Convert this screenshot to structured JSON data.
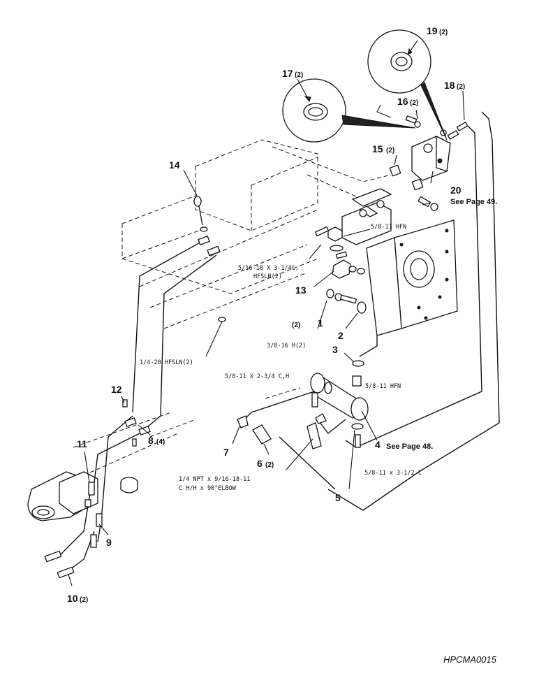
{
  "callouts": [
    {
      "id": "c1",
      "num": "1",
      "qty": ""
    },
    {
      "id": "c1q",
      "num": "",
      "qty": "(2)"
    },
    {
      "id": "c2",
      "num": "2",
      "qty": ""
    },
    {
      "id": "c3",
      "num": "3",
      "qty": ""
    },
    {
      "id": "c4",
      "num": "4",
      "qty": ""
    },
    {
      "id": "c5",
      "num": "5",
      "qty": ""
    },
    {
      "id": "c6",
      "num": "6",
      "qty": "(2)"
    },
    {
      "id": "c7",
      "num": "7",
      "qty": ""
    },
    {
      "id": "c8",
      "num": "8",
      "qty": "(4)"
    },
    {
      "id": "c9",
      "num": "9",
      "qty": ""
    },
    {
      "id": "c10",
      "num": "10",
      "qty": "(2)"
    },
    {
      "id": "c11",
      "num": "11",
      "qty": ""
    },
    {
      "id": "c12",
      "num": "12",
      "qty": ""
    },
    {
      "id": "c13",
      "num": "13",
      "qty": ""
    },
    {
      "id": "c14",
      "num": "14",
      "qty": ""
    },
    {
      "id": "c15",
      "num": "15",
      "qty": "(2)"
    },
    {
      "id": "c16",
      "num": "16",
      "qty": "(2)"
    },
    {
      "id": "c17",
      "num": "17",
      "qty": "(2)"
    },
    {
      "id": "c18",
      "num": "18",
      "qty": "(2)"
    },
    {
      "id": "c19",
      "num": "19",
      "qty": "(2)"
    },
    {
      "id": "c20",
      "num": "20",
      "qty": ""
    }
  ],
  "notes": {
    "see_page_49": "See Page 49.",
    "see_page_48": "See Page 48."
  },
  "specs": {
    "nut_5_8_top": "5/8-11  HFN",
    "bolt_5_16": "5/16-18 X 3-1/4C,",
    "bolt_5_16_b": "HFSLN(2)",
    "bolt_3_8": "3/8-16 H(2)",
    "hfsln_1_4": "1/4-20 HFSLN(2)",
    "bolt_5_8_234": "5/8-11 X 2-3/4 C,H",
    "nut_5_8_mid": "5/8-11  HFN",
    "bolt_5_8_312": "5/8-11 x 3-1/2 C",
    "elbow_a": "1/4 NPT  x 9/16-18-11",
    "elbow_b": "C H/H x 90°ELBOW"
  },
  "figure_code": "HPCMA0015"
}
